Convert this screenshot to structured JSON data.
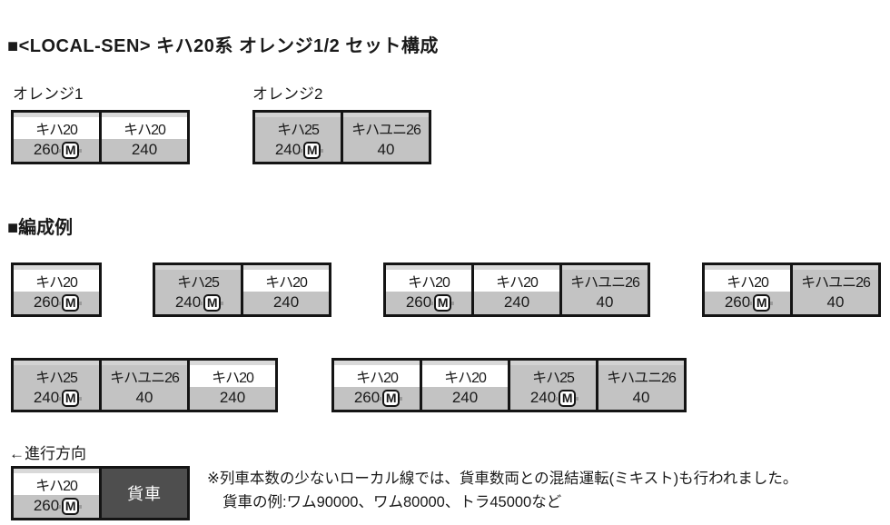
{
  "header": {
    "title": "■<LOCAL-SEN> キハ20系 オレンジ1/2 セット構成"
  },
  "sets": [
    {
      "label": "オレンジ1",
      "cars": [
        {
          "name": "キハ20",
          "number": "260",
          "motor": true,
          "body": "white"
        },
        {
          "name": "キハ20",
          "number": "240",
          "motor": false,
          "body": "white"
        }
      ]
    },
    {
      "label": "オレンジ2",
      "cars": [
        {
          "name": "キハ25",
          "number": "240",
          "motor": true,
          "body": "gray"
        },
        {
          "name": "キハユニ26",
          "number": "40",
          "motor": false,
          "body": "gray"
        }
      ]
    }
  ],
  "examples": {
    "heading": "■編成例",
    "rows": [
      [
        {
          "cars": [
            {
              "name": "キハ20",
              "number": "260",
              "motor": true,
              "body": "white"
            }
          ]
        },
        {
          "cars": [
            {
              "name": "キハ25",
              "number": "240",
              "motor": true,
              "body": "gray"
            },
            {
              "name": "キハ20",
              "number": "240",
              "motor": false,
              "body": "white"
            }
          ]
        },
        {
          "cars": [
            {
              "name": "キハ20",
              "number": "260",
              "motor": true,
              "body": "white"
            },
            {
              "name": "キハ20",
              "number": "240",
              "motor": false,
              "body": "white"
            },
            {
              "name": "キハユニ26",
              "number": "40",
              "motor": false,
              "body": "gray"
            }
          ]
        },
        {
          "cars": [
            {
              "name": "キハ20",
              "number": "260",
              "motor": true,
              "body": "white"
            },
            {
              "name": "キハユニ26",
              "number": "40",
              "motor": false,
              "body": "gray"
            }
          ]
        }
      ],
      [
        {
          "cars": [
            {
              "name": "キハ25",
              "number": "240",
              "motor": true,
              "body": "gray"
            },
            {
              "name": "キハユニ26",
              "number": "40",
              "motor": false,
              "body": "gray"
            },
            {
              "name": "キハ20",
              "number": "240",
              "motor": false,
              "body": "white"
            }
          ]
        },
        {
          "cars": [
            {
              "name": "キハ20",
              "number": "260",
              "motor": true,
              "body": "white"
            },
            {
              "name": "キハ20",
              "number": "240",
              "motor": false,
              "body": "white"
            },
            {
              "name": "キハ25",
              "number": "240",
              "motor": true,
              "body": "gray"
            },
            {
              "name": "キハユニ26",
              "number": "40",
              "motor": false,
              "body": "gray"
            }
          ]
        }
      ]
    ]
  },
  "mixed": {
    "direction_label": "←進行方向",
    "block": {
      "cars": [
        {
          "name": "キハ20",
          "number": "260",
          "motor": true,
          "body": "white"
        },
        {
          "name": "貨車",
          "freight": true,
          "body": "dark"
        }
      ]
    },
    "notes": [
      "※列車本数の少ないローカル線では、貨車数両との混結運転(ミキスト)も行われました。",
      "貨車の例:ワム90000、ワム80000、トラ45000など"
    ]
  },
  "motor_badge_label": "M",
  "colors": {
    "border": "#141414",
    "car_gray": "#c3c3c3",
    "roof_light": "#d9d9d9",
    "roof_gray": "#d2d2d2",
    "freight_dark": "#4e4e4e",
    "text": "#1a1a1a"
  }
}
